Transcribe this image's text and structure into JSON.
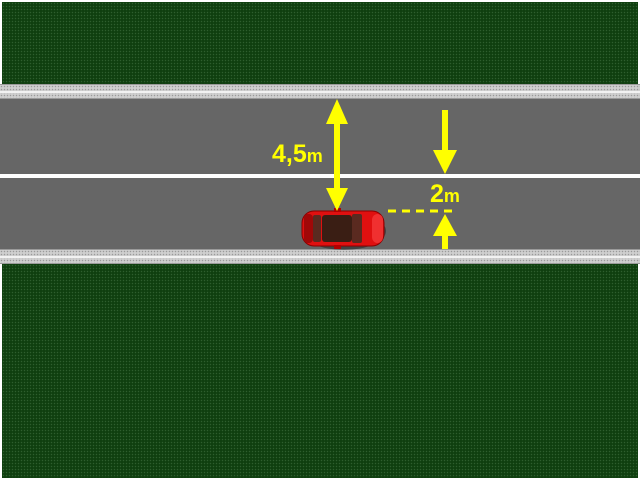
{
  "colors": {
    "grass": "#0f3f0f",
    "asphalt": "#666666",
    "lane_line": "#ffffff",
    "curb": "#cfcfcf",
    "annotation": "#ffff00",
    "car": "#e01010"
  },
  "annotations": {
    "road_width": {
      "value": "4,5",
      "unit": "m"
    },
    "car_distance": {
      "value": "2",
      "unit": "m"
    }
  },
  "icons": [
    "red-car-icon",
    "double-arrow-icon",
    "down-arrow-icon",
    "up-arrow-icon"
  ]
}
